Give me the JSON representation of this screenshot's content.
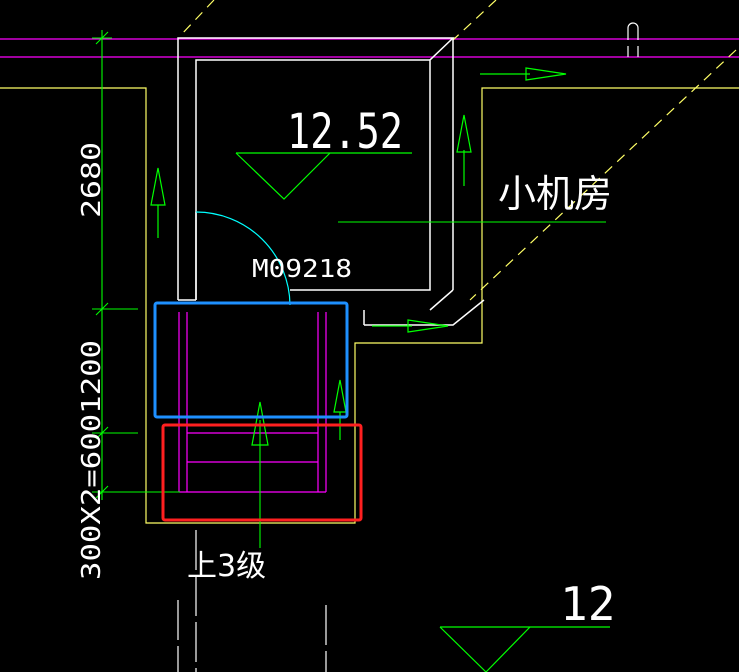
{
  "drawing": {
    "elevation_upper": "12.52",
    "elevation_lower": "12",
    "room_name": "小机房",
    "door_code": "M09218",
    "dim_vertical_top": "2680",
    "dim_vertical_bottom": "300X2=6001200",
    "stair_note": "上3级"
  },
  "colors": {
    "background": "#000000",
    "wall": "#ffffff",
    "dimension": "#00ff00",
    "magenta": "#ff00ff",
    "yellow": "#ffff66",
    "cyan": "#00ffff",
    "highlight_blue": "#1e90ff",
    "highlight_red": "#ff2020"
  }
}
